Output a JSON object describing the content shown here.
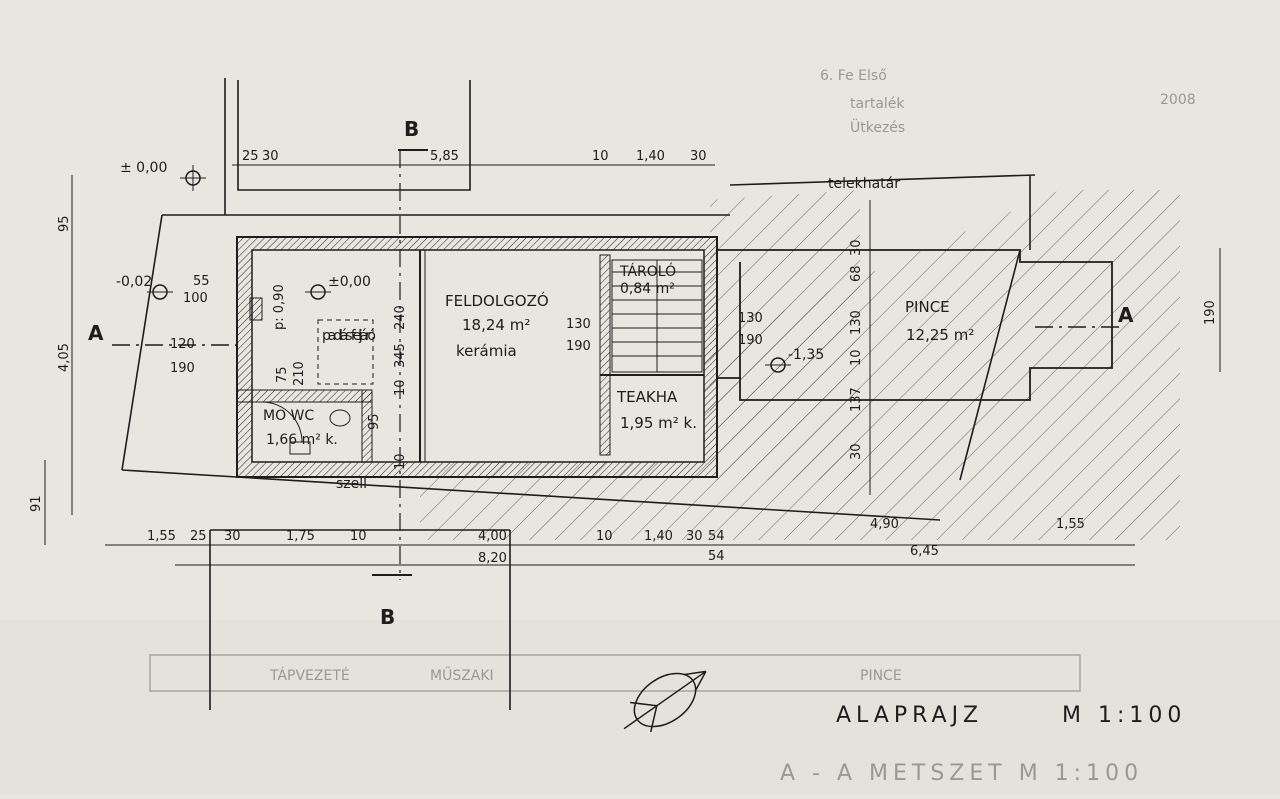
{
  "drawing": {
    "title": "ALAPRAJZ",
    "scale": "M 1:100",
    "plot_boundary_label": "telekhatár",
    "section_markers": {
      "a": "A",
      "b": "B"
    }
  },
  "levels": {
    "top_left": "± 0,00",
    "stair_landing": "±0,00",
    "pince": "-1,35",
    "entrance": "-0,02"
  },
  "rooms": {
    "feldolgozo": {
      "name": "FELDOLGOZÓ",
      "area": "18,24 m²",
      "floor": "kerámia"
    },
    "tarolo": {
      "name": "TÁROLÓ",
      "area": "0,84 m²"
    },
    "teakha": {
      "name": "TEAKHA",
      "area": "1,95 m² k."
    },
    "mo_wc": {
      "name": "MO WC",
      "area": "1,66 m² k."
    },
    "pince": {
      "name": "PINCE",
      "area": "12,25 m²"
    },
    "padlas": {
      "name": "padlás feljáró"
    },
    "szell": "szell",
    "p_label": "p: 0,90"
  },
  "dimensions": {
    "top": [
      "25",
      "30",
      "5,85",
      "10",
      "1,40",
      "30"
    ],
    "left_vertical": [
      "95",
      "4,05",
      "91"
    ],
    "right_vertical": "190",
    "interior": [
      "55",
      "100",
      "120",
      "190",
      "240",
      "345",
      "10",
      "95",
      "10",
      "75",
      "210",
      "130",
      "190",
      "130",
      "190",
      "130",
      "30",
      "68",
      "10",
      "137",
      "30"
    ],
    "bottom_row1": [
      "1,55",
      "25",
      "30",
      "1,75",
      "10",
      "4,00",
      "10",
      "1,40",
      "30",
      "54",
      "4,90",
      "1,55"
    ],
    "bottom_row2": [
      "8,20",
      "54",
      "6,45"
    ]
  },
  "faint_print": {
    "top_right": [
      "6. Fe Első",
      "tartalék",
      "Ütkezés",
      "2008"
    ],
    "bottom_strip": [
      "TÁPVEZETÉ",
      "MŰSZAKI",
      "PINCE"
    ],
    "bottom_section": "A - A   METSZET   M 1:100"
  }
}
